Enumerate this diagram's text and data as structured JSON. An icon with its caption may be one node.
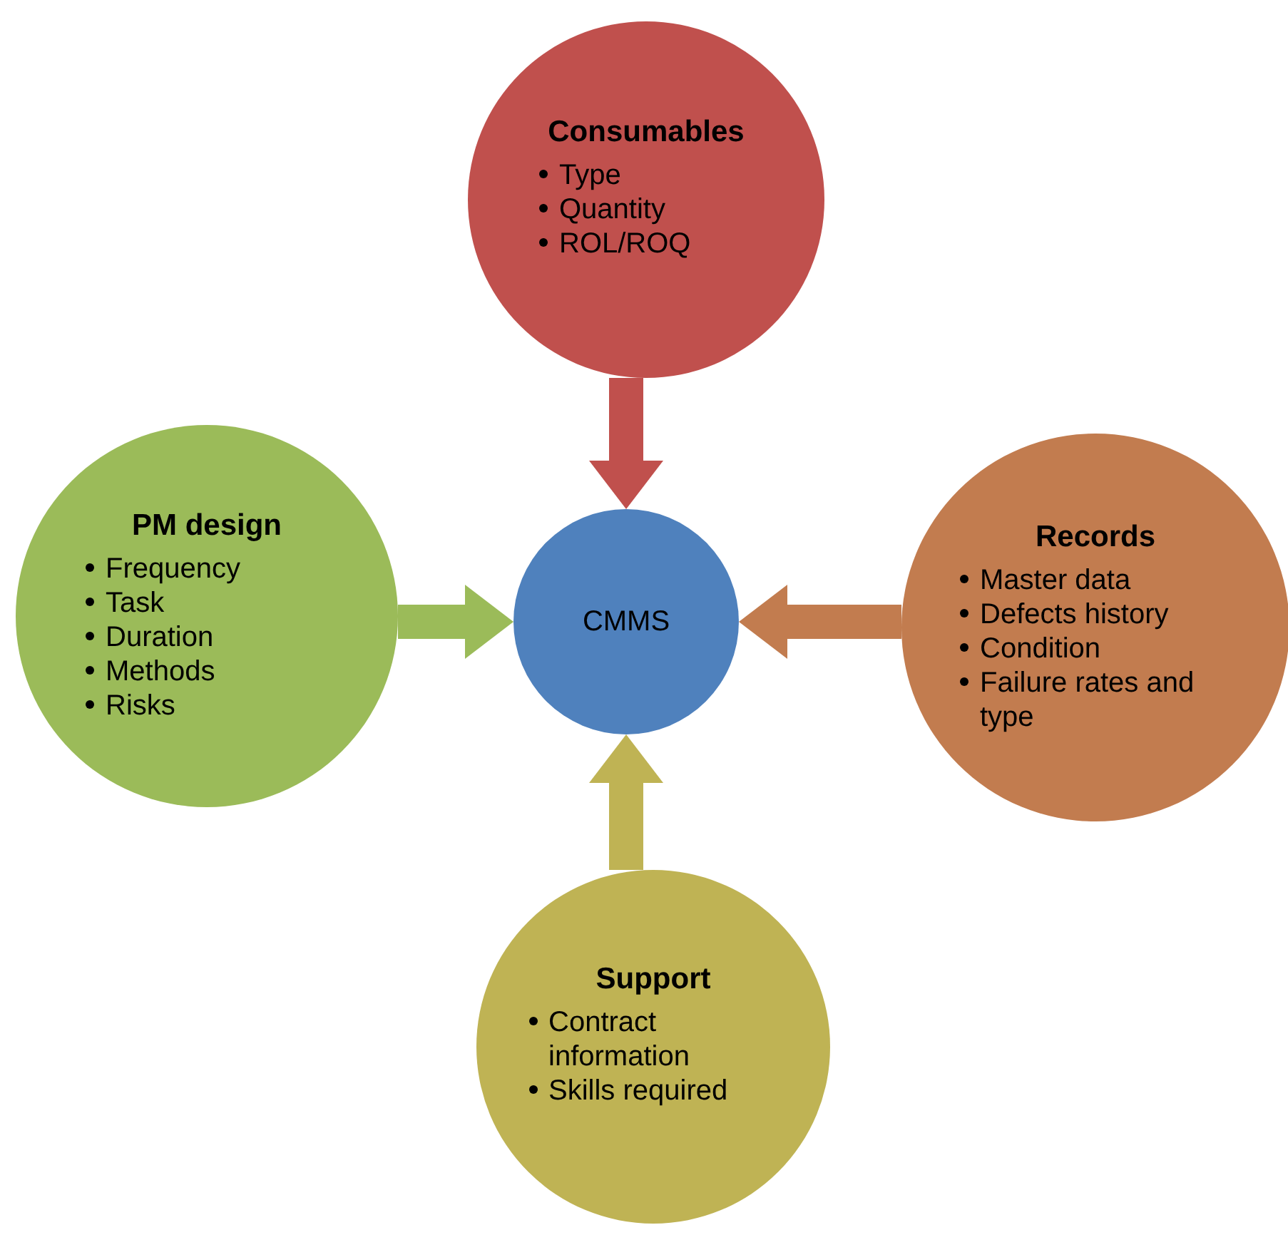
{
  "diagram": {
    "nodes": [
      {
        "text": [
          "Consumables",
          "Type",
          "Quantity",
          "ROL/ROQ"
        ]
      },
      {
        "text": [
          "PM design",
          "Frequency",
          "Task",
          "Duration",
          "Methods",
          "Risks"
        ]
      },
      {
        "text": [
          "CMMS"
        ]
      },
      {
        "text": [
          "Records",
          "Master data",
          "Defects history",
          "Condition",
          "Failure rates and type"
        ]
      },
      {
        "text": [
          "Support",
          "Contract information",
          "Skills required"
        ]
      }
    ],
    "edges": [
      {
        "from": 0,
        "to": 2,
        "arrow": "to",
        "color": "#c0504d"
      },
      {
        "from": 1,
        "to": 2,
        "arrow": "to",
        "color": "#9bbb59"
      },
      {
        "from": 3,
        "to": 2,
        "arrow": "to",
        "color": "#c27c4f"
      },
      {
        "from": 4,
        "to": 2,
        "arrow": "to",
        "color": "#bfb354"
      }
    ]
  }
}
